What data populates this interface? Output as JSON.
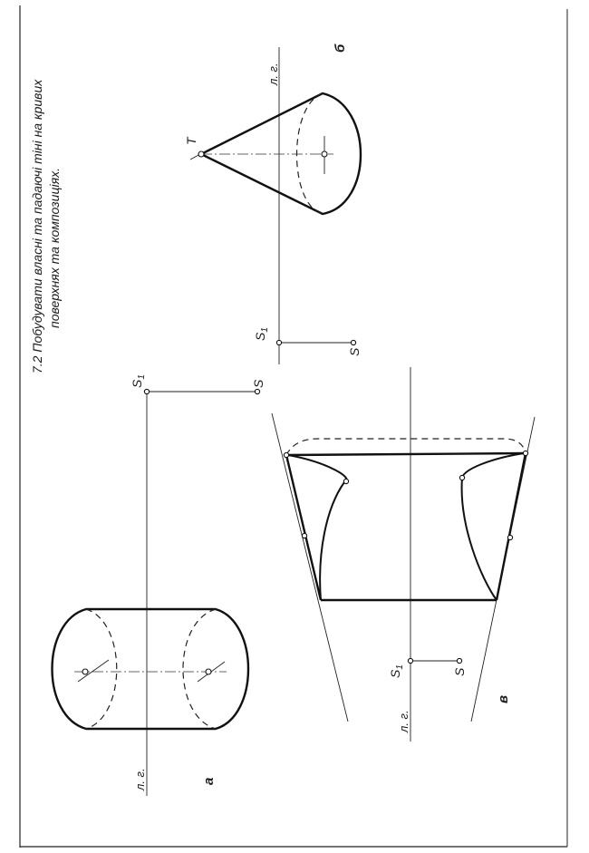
{
  "task": {
    "title_line1": "7.2 Побудувати власні та падаючі тіні на кривих",
    "title_line2": "поверхнях та композиціях."
  },
  "figures": {
    "a": {
      "letter": "а",
      "horizon": "л. г.",
      "s1": "S",
      "s1_sub": "1",
      "s": "S"
    },
    "b": {
      "letter": "б",
      "horizon": "л. г.",
      "apex": "T",
      "s1": "S",
      "s1_sub": "1",
      "s": "S"
    },
    "v": {
      "letter": "в",
      "horizon": "л. г.",
      "s1": "S",
      "s1_sub": "1",
      "s": "S"
    }
  }
}
